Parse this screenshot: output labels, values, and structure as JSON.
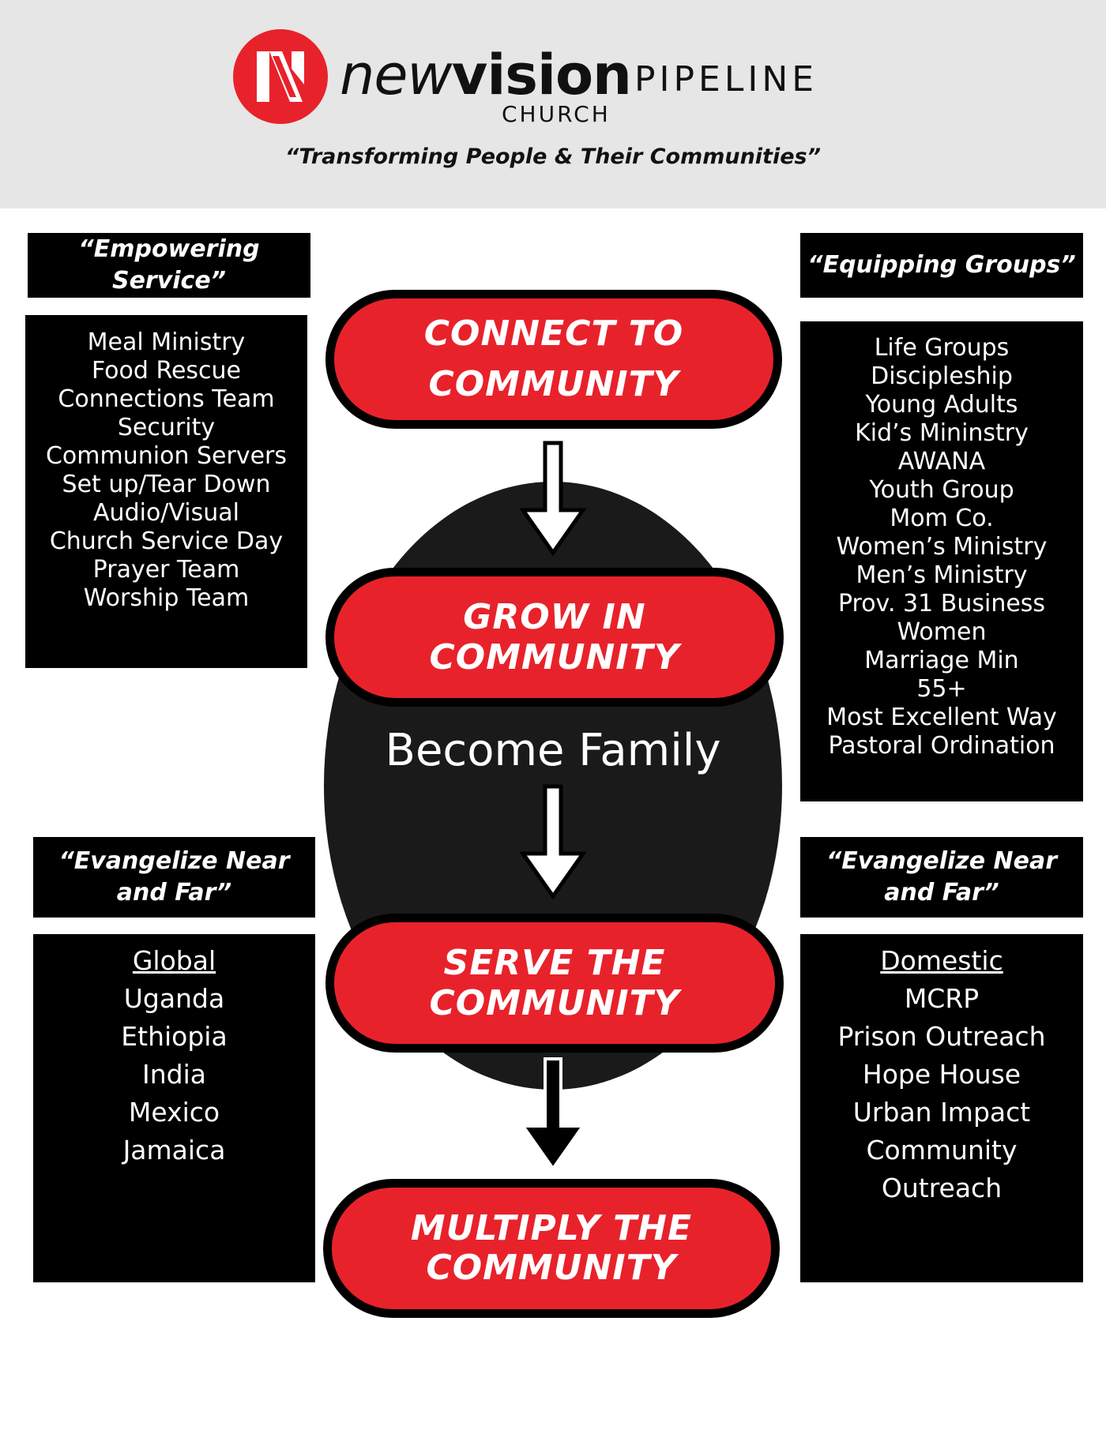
{
  "header": {
    "brand_new": "new",
    "brand_vision": "vision",
    "brand_church": "CHURCH",
    "pipeline": "PIPELINE",
    "tagline": "“Transforming People & Their Communities”",
    "logo_icon": "newvision-n-logo",
    "brand_color": "#e8222b"
  },
  "left_top": {
    "label": "“Empowering Service”",
    "items": [
      "Meal Ministry",
      "Food Rescue",
      "Connections Team",
      "Security",
      "Communion Servers",
      "Set up/Tear Down",
      "Audio/Visual",
      "Church Service Day",
      "Prayer Team",
      "Worship Team"
    ]
  },
  "right_top": {
    "label": "“Equipping Groups”",
    "items": [
      "Life Groups",
      "Discipleship",
      "Young Adults",
      "Kid’s Mininstry",
      "AWANA",
      "Youth Group",
      "Mom Co.",
      "Women’s Ministry",
      "Men’s Ministry",
      "Prov. 31 Business",
      "Women",
      "Marriage Min",
      "55+",
      "Most Excellent Way",
      "Pastoral Ordination"
    ]
  },
  "left_bottom": {
    "label_line1": "“Evangelize Near",
    "label_line2": "and Far”",
    "heading": "Global",
    "items": [
      "Uganda",
      "Ethiopia",
      "India",
      "Mexico",
      "Jamaica"
    ]
  },
  "right_bottom": {
    "label_line1": "“Evangelize Near",
    "label_line2": "and Far”",
    "heading": "Domestic",
    "items": [
      "MCRP",
      "Prison Outreach",
      "Hope House",
      "Urban Impact",
      "Community",
      "Outreach"
    ]
  },
  "center": {
    "steps": [
      {
        "line1": "CONNECT TO",
        "line2": "COMMUNITY"
      },
      {
        "line1": "GROW IN COMMUNITY",
        "line2": ""
      },
      {
        "line1": "SERVE THE COMMUNITY",
        "line2": ""
      },
      {
        "line1": "MULTIPLY THE",
        "line2": "COMMUNITY"
      }
    ],
    "become": "Become Family",
    "arrow_icon": "down-arrow-icon"
  }
}
